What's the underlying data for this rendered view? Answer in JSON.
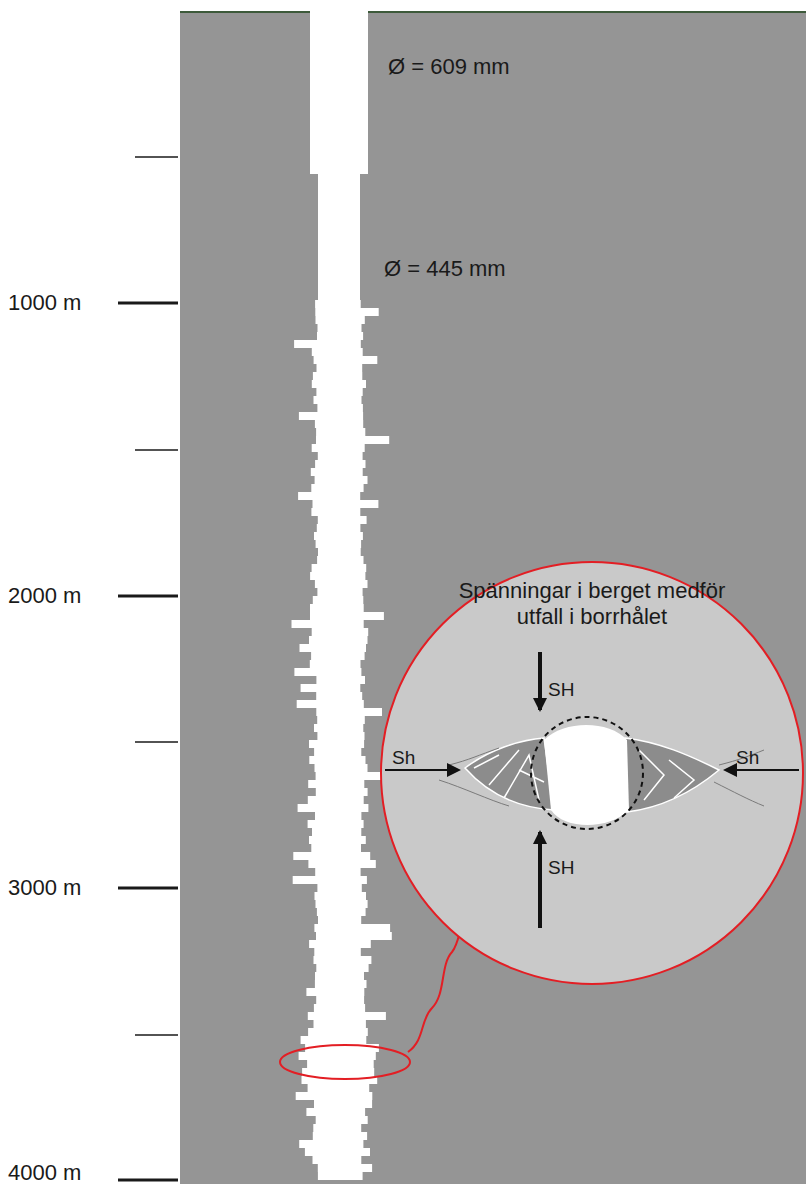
{
  "diagram": {
    "nodes": [
      {
        "text": [
          "Spänningar i berget medför utfall i borrhålet"
        ]
      }
    ],
    "labels": [
      "Ø = 609 mm",
      "Ø = 445 mm",
      "1000 m",
      "2000 m",
      "3000 m",
      "4000 m",
      "SH",
      "SH",
      "Sh",
      "Sh"
    ]
  }
}
